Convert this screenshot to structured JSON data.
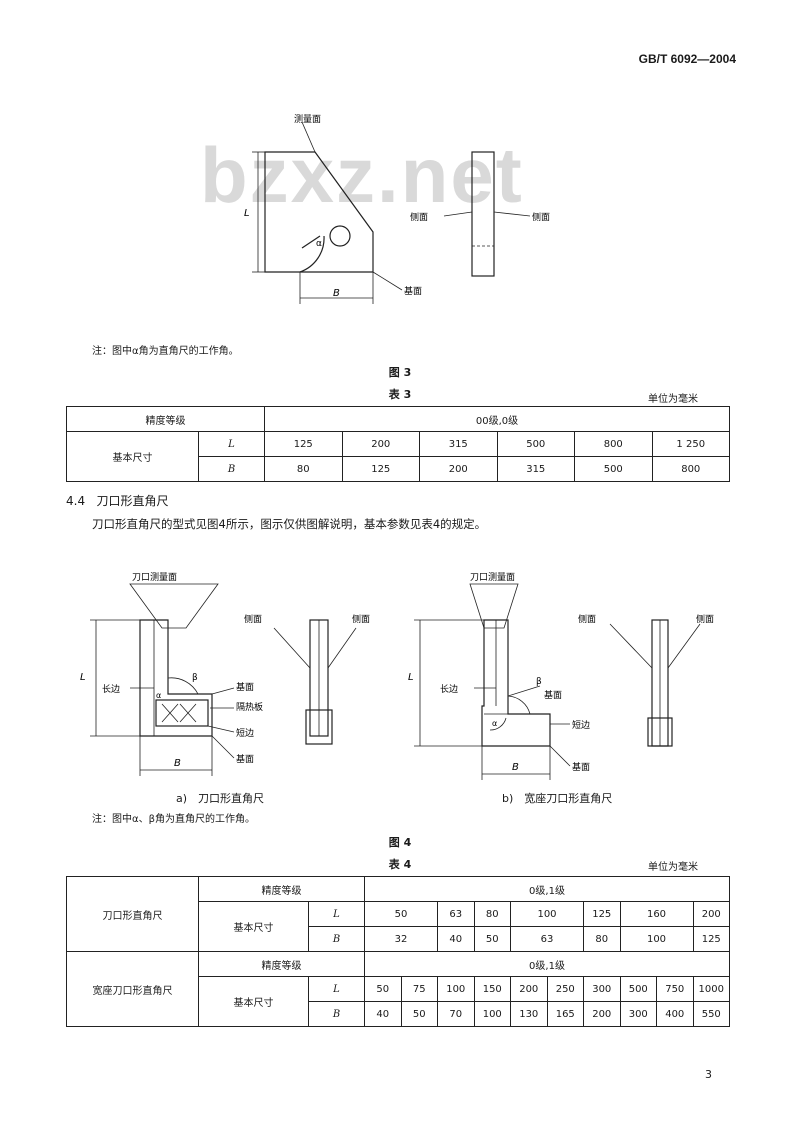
{
  "header": {
    "standard_code": "GB/T 6092—2004"
  },
  "watermark": "bzxz.net",
  "figure3": {
    "labels": {
      "measure_face": "测量面",
      "side_face": "侧面",
      "side_edge": "侧面",
      "base_face": "基面",
      "L": "L",
      "B": "B",
      "alpha": "α"
    },
    "note": "注：图中α角为直角尺的工作角。",
    "caption": "图 3"
  },
  "table3": {
    "caption": "表 3",
    "unit": "单位为毫米",
    "grade_label": "精度等级",
    "grade_value": "00级,0级",
    "size_label": "基本尺寸",
    "rows": [
      {
        "sym": "L",
        "values": [
          "125",
          "200",
          "315",
          "500",
          "800",
          "1 250"
        ]
      },
      {
        "sym": "B",
        "values": [
          "80",
          "125",
          "200",
          "315",
          "500",
          "800"
        ]
      }
    ]
  },
  "section": {
    "number": "4.4",
    "title": "刀口形直角尺",
    "text": "刀口形直角尺的型式见图4所示，图示仅供图解说明，基本参数见表4的规定。"
  },
  "figure4": {
    "a": {
      "labels": {
        "knife_measure_face": "刀口测量面",
        "long_side": "长边",
        "base_face": "基面",
        "insulation_plate": "隔热板",
        "short_side": "短边",
        "base_face2": "基面",
        "side_face": "侧面",
        "side_face2": "侧面",
        "L": "L",
        "B": "B",
        "alpha": "α",
        "beta": "β"
      },
      "caption": "a)　刀口形直角尺"
    },
    "b": {
      "labels": {
        "knife_measure_face": "刀口测量面",
        "long_side": "长边",
        "base_face": "基面",
        "short_side": "短边",
        "base_face2": "基面",
        "side_face": "侧面",
        "side_face2": "侧面",
        "L": "L",
        "B": "B",
        "alpha": "α",
        "beta": "β"
      },
      "caption": "b)　宽座刀口形直角尺"
    },
    "note": "注：图中α、β角为直角尺的工作角。",
    "caption": "图 4"
  },
  "table4": {
    "caption": "表 4",
    "unit": "单位为毫米",
    "block1": {
      "name": "刀口形直角尺",
      "grade_label": "精度等级",
      "grade_value": "0级,1级",
      "size_label": "基本尺寸",
      "rows": [
        {
          "sym": "L",
          "values": [
            "50",
            "63",
            "80",
            "100",
            "125",
            "160",
            "200"
          ]
        },
        {
          "sym": "B",
          "values": [
            "32",
            "40",
            "50",
            "63",
            "80",
            "100",
            "125"
          ]
        }
      ]
    },
    "block2": {
      "name": "宽座刀口形直角尺",
      "grade_label": "精度等级",
      "grade_value": "0级,1级",
      "size_label": "基本尺寸",
      "rows": [
        {
          "sym": "L",
          "values": [
            "50",
            "75",
            "100",
            "150",
            "200",
            "250",
            "300",
            "500",
            "750",
            "1000"
          ]
        },
        {
          "sym": "B",
          "values": [
            "40",
            "50",
            "70",
            "100",
            "130",
            "165",
            "200",
            "300",
            "400",
            "550"
          ]
        }
      ]
    }
  },
  "page_number": "3"
}
